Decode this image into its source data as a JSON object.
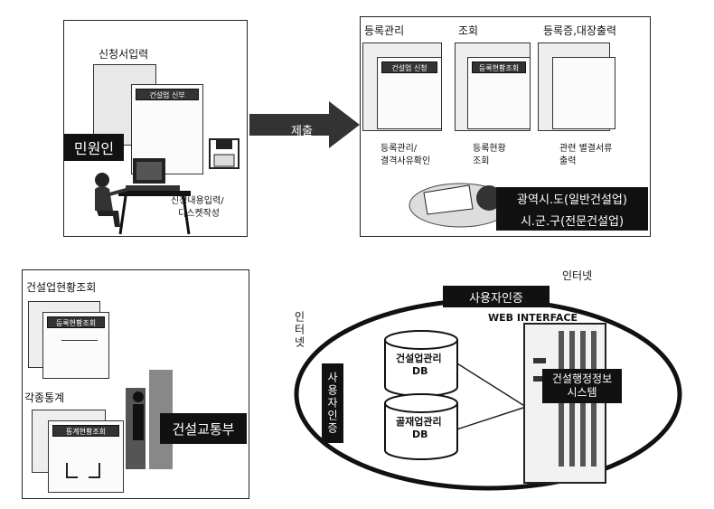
{
  "applicant": {
    "form_entry_label": "신청서입력",
    "form_title": "건설업 신부",
    "role_label": "민원인",
    "disk_entry_label_line1": "신청내용입력/",
    "disk_entry_label_line2": "디스켓작성"
  },
  "submit_label": "제출",
  "agencies": {
    "col1_header": "등록관리",
    "col1_form_title": "건설업 신청",
    "col1_caption_line1": "등록관리/",
    "col1_caption_line2": "결격사유확인",
    "col2_header": "조회",
    "col2_form_title": "등록현황조회",
    "col2_caption_line1": "등록현황",
    "col2_caption_line2": "조회",
    "col3_header": "등록증,대장출력",
    "col3_caption_line1": "관련 별결서류",
    "col3_caption_line2": "출력",
    "metro_label": "광역시.도(일반건설업)",
    "county_label": "시.군.구(전문건설업)"
  },
  "ministry": {
    "status_query_label": "건설업현황조회",
    "status_form_title": "등록현황조회",
    "stats_label": "각종통계",
    "stats_form_title": "통계현황조회",
    "ministry_label": "건설교통부"
  },
  "network": {
    "internet_top_label": "인터넷",
    "internet_side_label": "인터넷",
    "user_auth_top": "사용자인증",
    "user_auth_side": "사용자인증",
    "web_interface": "WEB INTERFACE",
    "db1_line1": "건설업관리",
    "db1_line2": "DB",
    "db2_line1": "골재업관리",
    "db2_line2": "DB",
    "system_line1": "건설행정정보",
    "system_line2": "시스템"
  }
}
